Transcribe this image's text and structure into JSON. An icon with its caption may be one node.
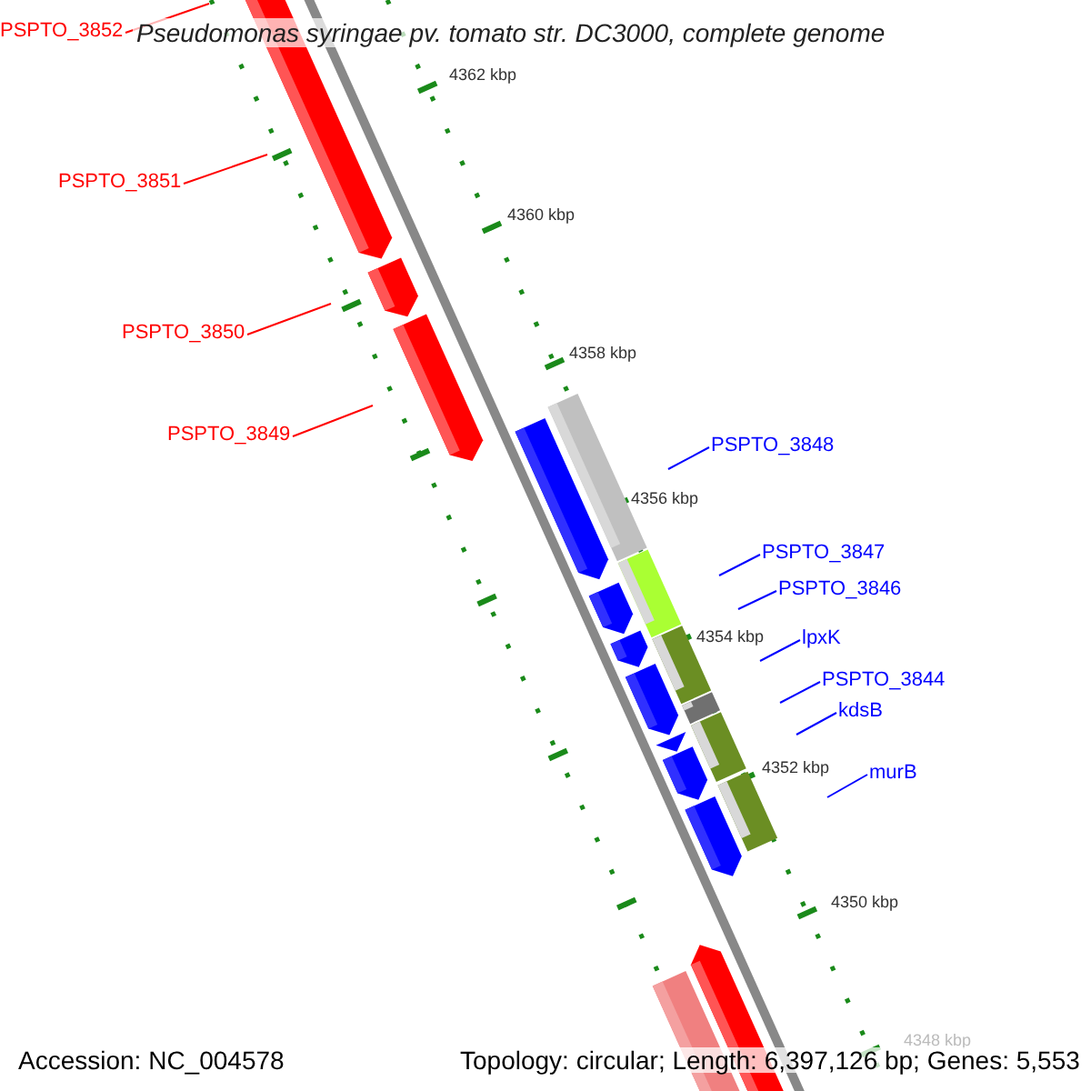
{
  "diagram": {
    "title": "Pseudomonas syringae pv. tomato str. DC3000, complete genome",
    "nodes": [
      {
        "text": [
          "PSPTO_3852"
        ]
      },
      {
        "text": [
          "PSPTO_3851"
        ]
      },
      {
        "text": [
          "PSPTO_3850"
        ]
      },
      {
        "text": [
          "PSPTO_3849"
        ]
      },
      {
        "text": [
          "PSPTO_3848"
        ]
      },
      {
        "text": [
          "PSPTO_3847"
        ]
      },
      {
        "text": [
          "PSPTO_3846"
        ]
      },
      {
        "text": [
          "lpxK"
        ]
      },
      {
        "text": [
          "PSPTO_3844"
        ]
      },
      {
        "text": [
          "kdsB"
        ]
      },
      {
        "text": [
          "murB"
        ]
      }
    ],
    "edges": [
      {
        "from": 0,
        "to": null,
        "arrow": "none",
        "color": "#ff0000"
      },
      {
        "from": 1,
        "to": null,
        "arrow": "none",
        "color": "#ff0000"
      },
      {
        "from": 2,
        "to": null,
        "arrow": "none",
        "color": "#ff0000"
      },
      {
        "from": 3,
        "to": null,
        "arrow": "none",
        "color": "#ff0000"
      },
      {
        "from": 4,
        "to": null,
        "arrow": "none"
      },
      {
        "from": 5,
        "to": null,
        "arrow": "none"
      },
      {
        "from": 6,
        "to": null,
        "arrow": "none"
      },
      {
        "from": 7,
        "to": null,
        "arrow": "none"
      },
      {
        "from": 8,
        "to": null,
        "arrow": "none"
      },
      {
        "from": 9,
        "to": null,
        "arrow": "none"
      },
      {
        "from": 10,
        "to": null,
        "arrow": "none"
      }
    ],
    "labels": [
      "4362 kbp",
      "4360 kbp",
      "4358 kbp",
      "4356 kbp",
      "4354 kbp",
      "4352 kbp",
      "4350 kbp",
      "4348 kbp",
      "Accession: NC_004578",
      "Topology: circular; Length: 6,397,126 bp; Genes: 5,553"
    ]
  }
}
